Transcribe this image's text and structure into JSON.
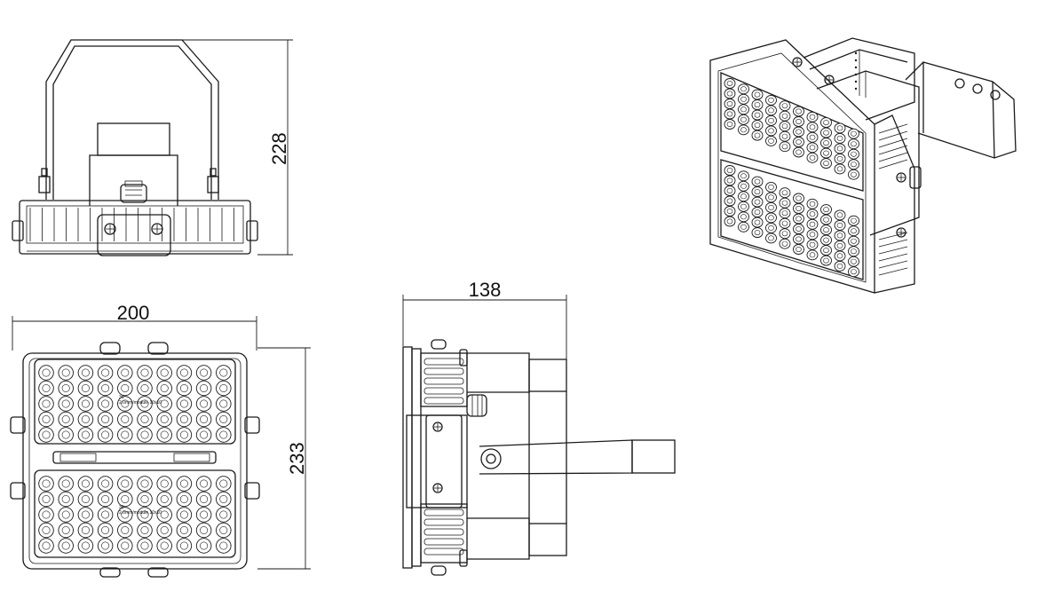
{
  "drawing": {
    "dimensions": {
      "front_height": "228",
      "bottom_width": "200",
      "bottom_height": "233",
      "side_depth": "138"
    },
    "panel_markings": {
      "module_code": "30",
      "module_label": "2.0mm/module 10x10"
    }
  }
}
